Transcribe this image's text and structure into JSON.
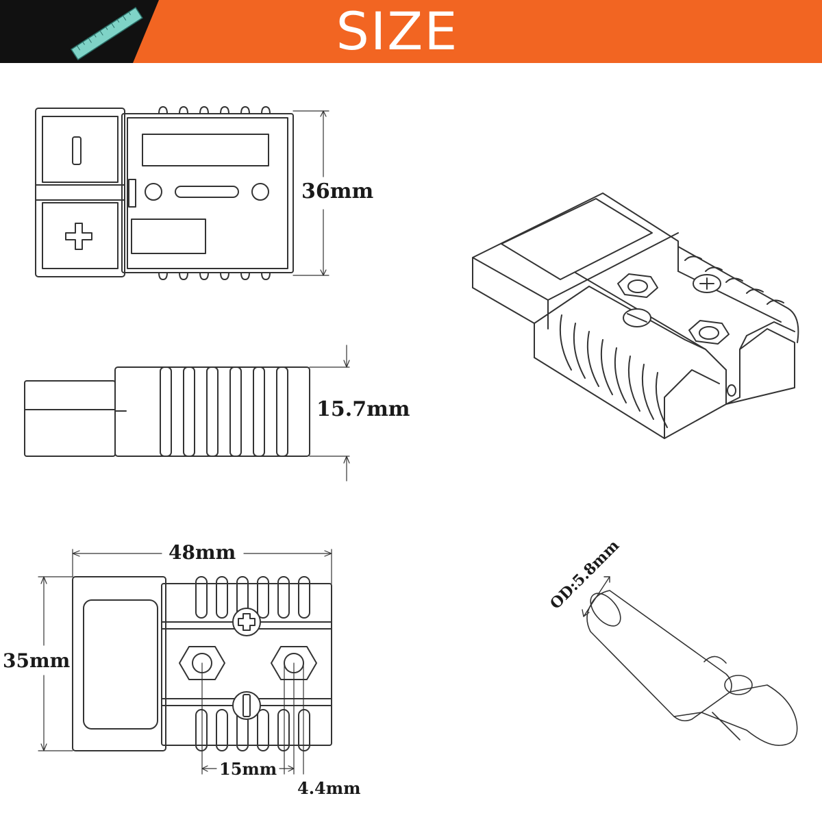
{
  "banner": {
    "title": "SIZE",
    "color_orange": "#f26522",
    "color_black": "#111111",
    "ruler_icon": "ruler-icon",
    "ruler_color": "#7fd3c7"
  },
  "dimensions": {
    "height_top_view": "36mm",
    "thickness_side_view": "15.7mm",
    "length_bottom_view": "48mm",
    "width_bottom_view": "35mm",
    "pin_spacing": "15mm",
    "pin_diameter": "4.4mm",
    "terminal_od": "OD:5.8mm"
  },
  "symbols": {
    "minus": "−",
    "plus": "+"
  },
  "line_color": "#333333"
}
